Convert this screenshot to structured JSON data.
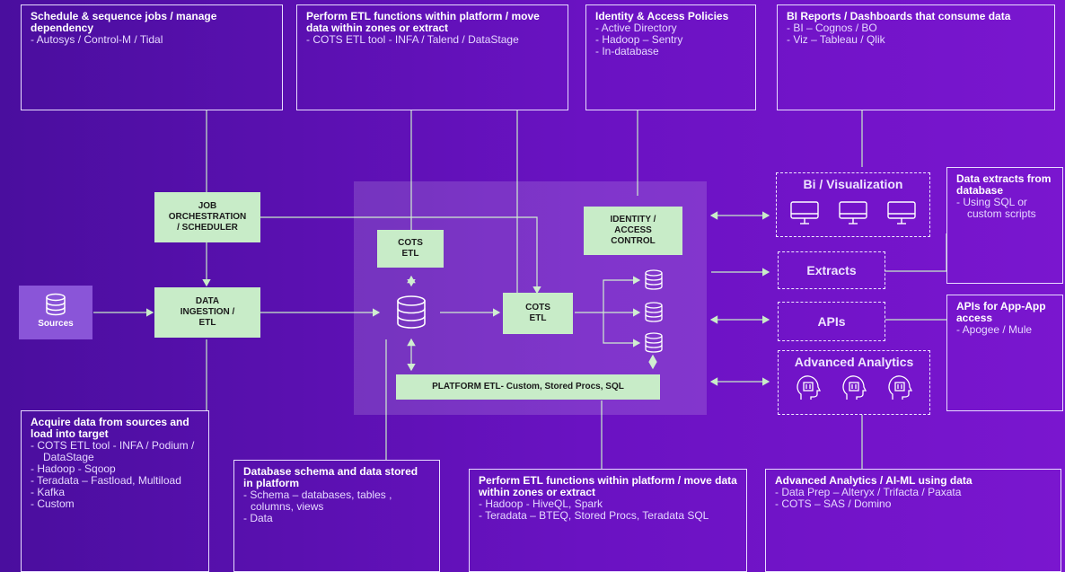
{
  "top_boxes": {
    "schedule": {
      "title": "Schedule & sequence jobs / manage dependency",
      "items": [
        "- Autosys / Control-M / Tidal"
      ]
    },
    "etl_top": {
      "title": "Perform ETL functions within platform / move data within zones or extract",
      "items": [
        "- COTS ETL tool - INFA / Talend / DataStage"
      ]
    },
    "identity": {
      "title": "Identity & Access Policies",
      "items": [
        "- Active Directory",
        "- Hadoop – Sentry",
        "- In-database"
      ]
    },
    "bi_reports": {
      "title": "BI Reports / Dashboards that consume data",
      "items": [
        "- BI – Cognos / BO",
        "- Viz – Tableau / Qlik"
      ]
    }
  },
  "right_boxes": {
    "extracts_db": {
      "title": "Data extracts from database",
      "items": [
        "- Using SQL or custom scripts"
      ]
    },
    "apis_app": {
      "title": "APIs for App-App access",
      "items": [
        "- Apogee / Mule"
      ]
    }
  },
  "bottom_boxes": {
    "acquire": {
      "title": "Acquire data from sources and load into target",
      "items": [
        "-  COTS ETL tool - INFA / Podium / DataStage",
        "-  Hadoop -  Sqoop",
        "-  Teradata – Fastload, Multiload",
        "-  Kafka",
        "-  Custom"
      ]
    },
    "schema": {
      "title": "Database schema and data stored in platform",
      "items": [
        "- Schema – databases, tables , columns, views",
        "- Data"
      ]
    },
    "etl_bottom": {
      "title": "Perform ETL functions within platform / move data within zones or extract",
      "items": [
        "- Hadoop -  HiveQL, Spark",
        "- Teradata – BTEQ, Stored Procs, Teradata SQL"
      ]
    },
    "advanced": {
      "title": "Advanced Analytics / AI-ML using data",
      "items": [
        "- Data Prep – Alteryx / Trifacta / Paxata",
        "- COTS – SAS / Domino"
      ]
    }
  },
  "components": {
    "job_orch": "JOB ORCHESTRATION / SCHEDULER",
    "data_ingestion": "DATA INGESTION / ETL",
    "cots_etl_1": "COTS ETL",
    "cots_etl_2": "COTS ETL",
    "identity_access": "IDENTITY / ACCESS CONTROL",
    "platform_etl_bold": "PLATFORM ETL",
    "platform_etl_rest": " - Custom, Stored Procs, SQL",
    "sources": "Sources"
  },
  "consumers": {
    "bi_viz": "Bi / Visualization",
    "extracts": "Extracts",
    "apis": "APIs",
    "advanced_analytics": "Advanced Analytics"
  },
  "colors": {
    "background": "#5a10b0",
    "component_fill": "#c8ecc8",
    "line": "#c8ecc8"
  }
}
